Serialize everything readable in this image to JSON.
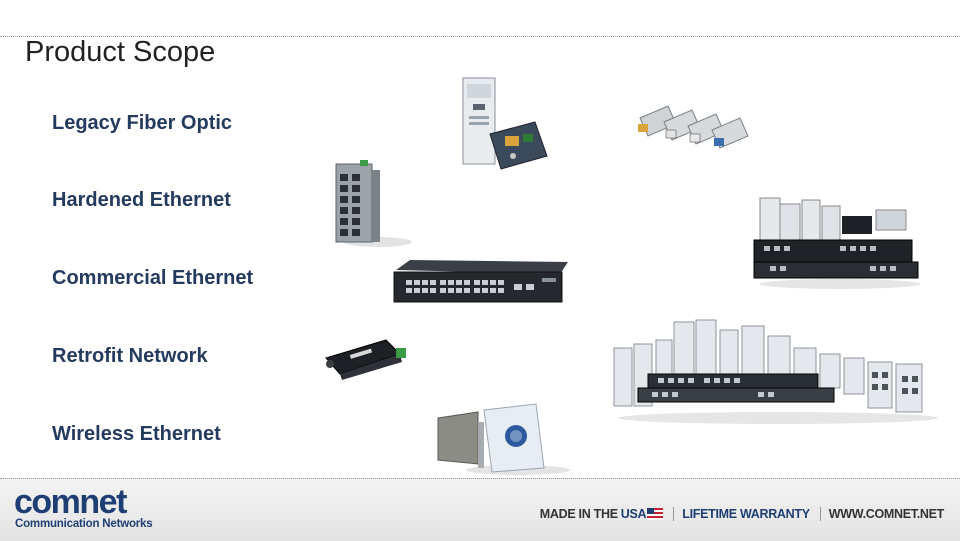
{
  "slide": {
    "title": "Product Scope",
    "scope_items": [
      "Legacy Fiber Optic",
      "Hardened Ethernet",
      "Commercial Ethernet",
      "Retrofit Network",
      "Wireless Ethernet"
    ]
  },
  "footer": {
    "brand": "comnet",
    "tagline": "Communication Networks",
    "made_in": "MADE IN THE",
    "usa": "USA",
    "warranty": "LIFETIME WARRANTY",
    "website": "WWW.COMNET.NET"
  },
  "colors": {
    "heading": "#243a5e",
    "brand_blue": "#1f3e73"
  }
}
